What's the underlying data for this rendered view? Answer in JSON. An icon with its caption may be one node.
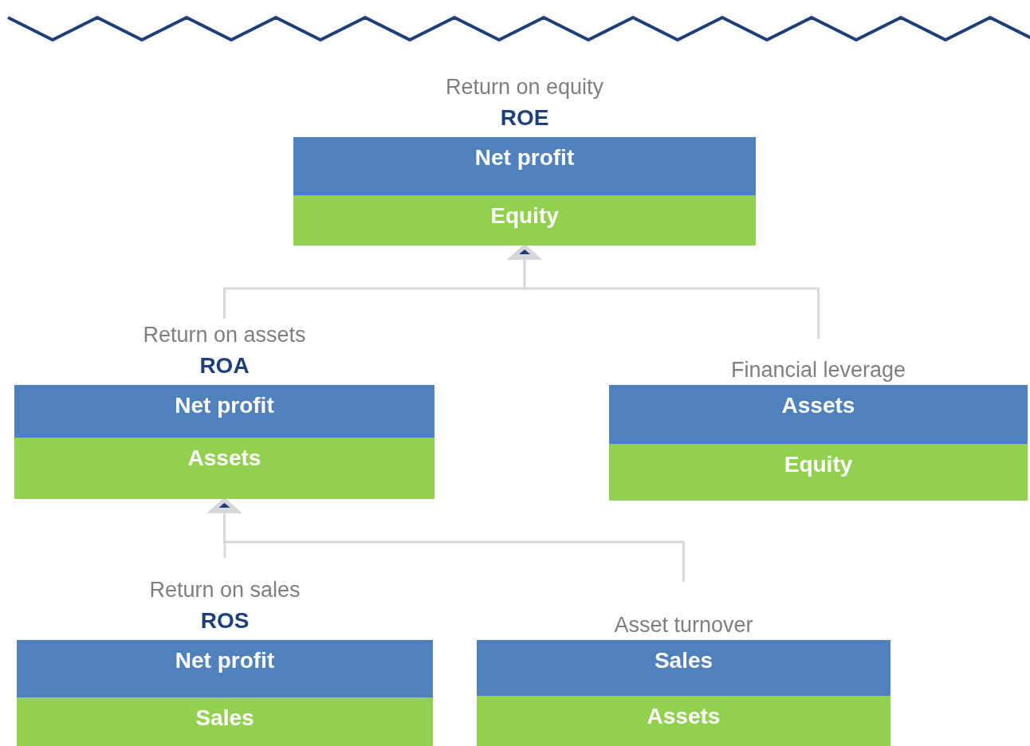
{
  "diagram": {
    "nodes": [
      {
        "text": [
          "Return on equity",
          "ROE"
        ]
      },
      {
        "text": [
          "Net profit"
        ],
        "in": 0
      },
      {
        "text": [
          "Equity"
        ],
        "in": 0
      },
      {
        "text": [
          "Return on assets",
          "ROA"
        ]
      },
      {
        "text": [
          "Net profit"
        ],
        "in": 3
      },
      {
        "text": [
          "Assets"
        ],
        "in": 3
      },
      {
        "text": [
          "Financial leverage"
        ]
      },
      {
        "text": [
          "Assets"
        ],
        "in": 6
      },
      {
        "text": [
          "Equity"
        ],
        "in": 6
      },
      {
        "text": [
          "Return on sales",
          "ROS"
        ]
      },
      {
        "text": [
          "Net profit"
        ],
        "in": 9
      },
      {
        "text": [
          "Sales"
        ],
        "in": 9
      },
      {
        "text": [
          "Asset turnover"
        ]
      },
      {
        "text": [
          "Sales"
        ],
        "in": 12
      },
      {
        "text": [
          "Assets"
        ],
        "in": 12
      }
    ],
    "edges": [
      {
        "from": 3,
        "to": 0,
        "arrow": "to"
      },
      {
        "from": 6,
        "to": 0,
        "arrow": "to"
      },
      {
        "from": 9,
        "to": 3,
        "arrow": "to"
      },
      {
        "from": 12,
        "to": 3,
        "arrow": "to"
      }
    ]
  }
}
